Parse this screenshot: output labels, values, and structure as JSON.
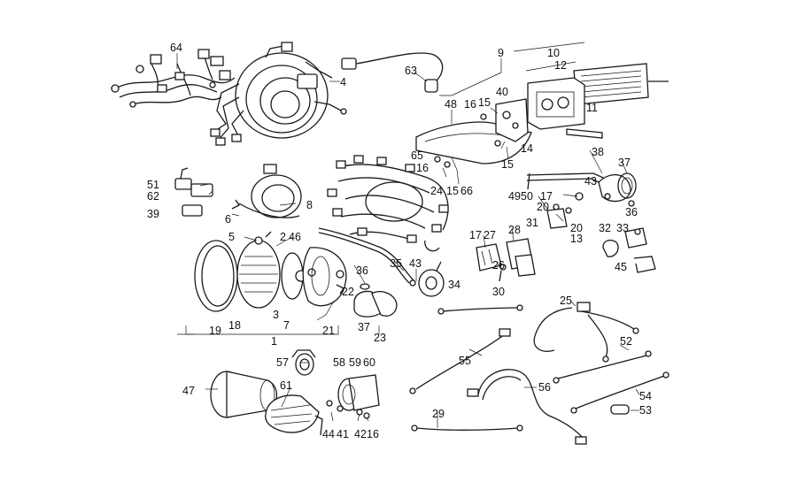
{
  "callouts": [
    {
      "id": "c64",
      "text": "64"
    },
    {
      "id": "c4",
      "text": "4"
    },
    {
      "id": "c63",
      "text": "63"
    },
    {
      "id": "c9",
      "text": "9"
    },
    {
      "id": "c10",
      "text": "10"
    },
    {
      "id": "c12",
      "text": "12"
    },
    {
      "id": "c11",
      "text": "11"
    },
    {
      "id": "c48",
      "text": "48"
    },
    {
      "id": "c16a",
      "text": "16"
    },
    {
      "id": "c15a",
      "text": "15"
    },
    {
      "id": "c40",
      "text": "40"
    },
    {
      "id": "c14",
      "text": "14"
    },
    {
      "id": "c15b",
      "text": "15"
    },
    {
      "id": "c65",
      "text": "65"
    },
    {
      "id": "c16b",
      "text": "16"
    },
    {
      "id": "c24",
      "text": "24"
    },
    {
      "id": "c15c",
      "text": "15"
    },
    {
      "id": "c66",
      "text": "66"
    },
    {
      "id": "c51",
      "text": "51"
    },
    {
      "id": "c62",
      "text": "62"
    },
    {
      "id": "c39",
      "text": "39"
    },
    {
      "id": "c8",
      "text": "8"
    },
    {
      "id": "c6",
      "text": "6"
    },
    {
      "id": "c5",
      "text": "5"
    },
    {
      "id": "c2",
      "text": "2"
    },
    {
      "id": "c46",
      "text": "46"
    },
    {
      "id": "c36a",
      "text": "36"
    },
    {
      "id": "c22",
      "text": "22"
    },
    {
      "id": "c35",
      "text": "35"
    },
    {
      "id": "c43a",
      "text": "43"
    },
    {
      "id": "c34",
      "text": "34"
    },
    {
      "id": "c17a",
      "text": "17"
    },
    {
      "id": "c27",
      "text": "27"
    },
    {
      "id": "c28",
      "text": "28"
    },
    {
      "id": "c26",
      "text": "26"
    },
    {
      "id": "c30",
      "text": "30"
    },
    {
      "id": "c38",
      "text": "38"
    },
    {
      "id": "c37a",
      "text": "37"
    },
    {
      "id": "c49",
      "text": "49"
    },
    {
      "id": "c50",
      "text": "50"
    },
    {
      "id": "c17b",
      "text": "17"
    },
    {
      "id": "c43b",
      "text": "43"
    },
    {
      "id": "c20a",
      "text": "20"
    },
    {
      "id": "c36b",
      "text": "36"
    },
    {
      "id": "c31",
      "text": "31"
    },
    {
      "id": "c20b",
      "text": "20"
    },
    {
      "id": "c13",
      "text": "13"
    },
    {
      "id": "c32",
      "text": "32"
    },
    {
      "id": "c33",
      "text": "33"
    },
    {
      "id": "c45",
      "text": "45"
    },
    {
      "id": "c19",
      "text": "19"
    },
    {
      "id": "c18",
      "text": "18"
    },
    {
      "id": "c3",
      "text": "3"
    },
    {
      "id": "c7",
      "text": "7"
    },
    {
      "id": "c21",
      "text": "21"
    },
    {
      "id": "c1",
      "text": "1"
    },
    {
      "id": "c37b",
      "text": "37"
    },
    {
      "id": "c23",
      "text": "23"
    },
    {
      "id": "c25",
      "text": "25"
    },
    {
      "id": "c55",
      "text": "55"
    },
    {
      "id": "c52",
      "text": "52"
    },
    {
      "id": "c57",
      "text": "57"
    },
    {
      "id": "c58",
      "text": "58"
    },
    {
      "id": "c59",
      "text": "59"
    },
    {
      "id": "c60",
      "text": "60"
    },
    {
      "id": "c47",
      "text": "47"
    },
    {
      "id": "c61",
      "text": "61"
    },
    {
      "id": "c56",
      "text": "56"
    },
    {
      "id": "c54",
      "text": "54"
    },
    {
      "id": "c53",
      "text": "53"
    },
    {
      "id": "c29",
      "text": "29"
    },
    {
      "id": "c44",
      "text": "44"
    },
    {
      "id": "c41",
      "text": "41"
    },
    {
      "id": "c42",
      "text": "42"
    },
    {
      "id": "c16c",
      "text": "16"
    }
  ]
}
